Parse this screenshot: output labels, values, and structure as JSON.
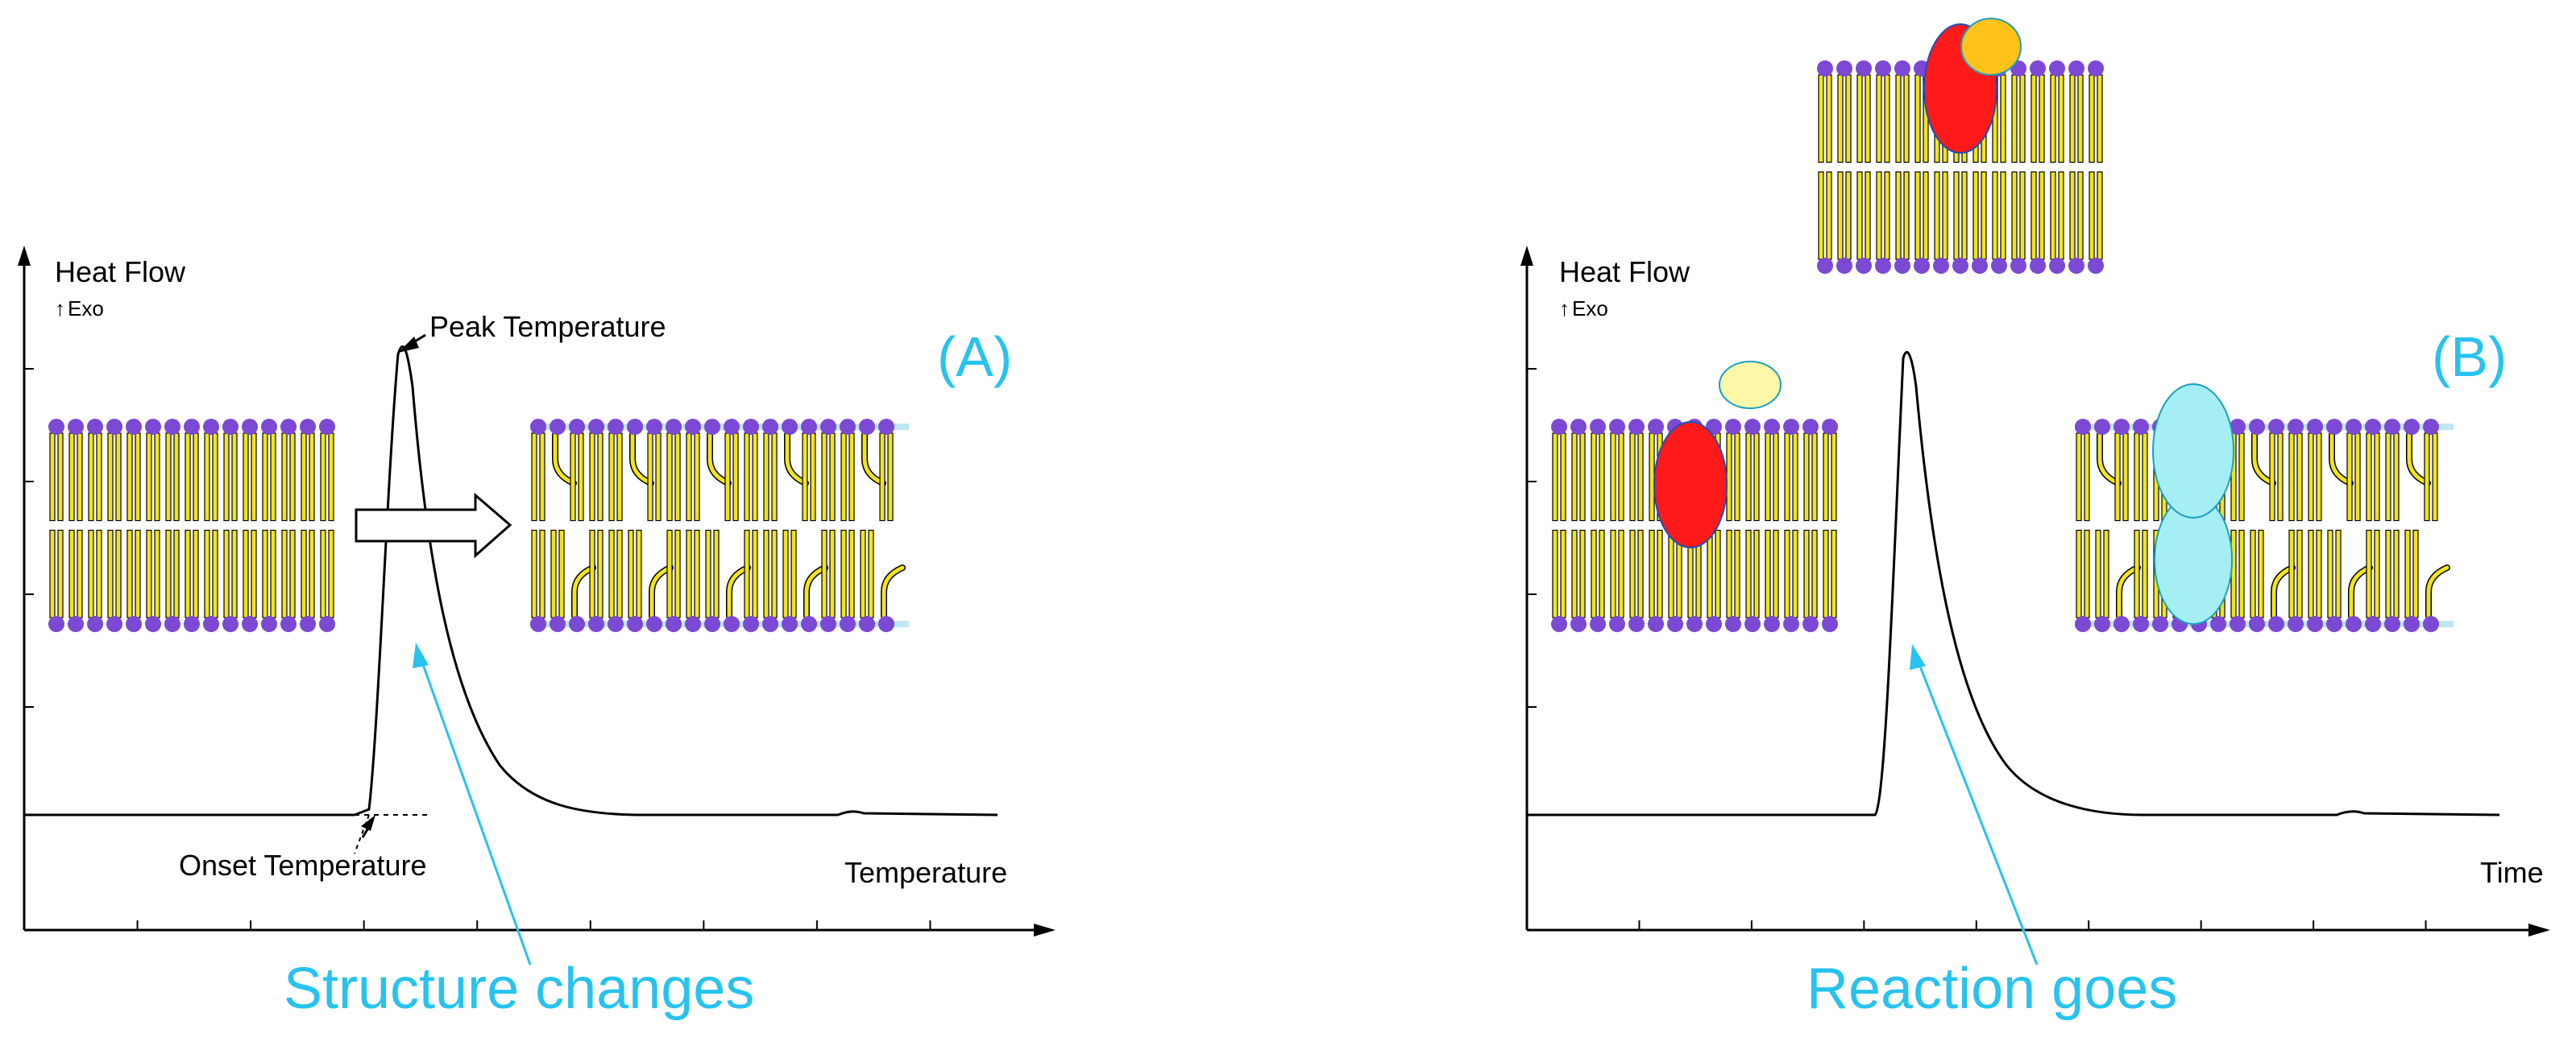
{
  "colors": {
    "axis": "#000000",
    "curve": "#000000",
    "annotation": "#27c3ee",
    "lipid_head": "#7b49d3",
    "lipid_tail": "#f2e41a",
    "lipid_outline": "#000000",
    "defect": "#bfe6f2",
    "protein_red": "#ff1a1a",
    "protein_orange": "#ffc21a",
    "protein_pale_yellow": "#fdf7a8",
    "protein_cyan": "#a5eef4"
  },
  "icons": {
    "lipid_bilayer": "lipid-bilayer-icon",
    "protein": "protein-ellipse-icon"
  },
  "panels": [
    {
      "id": "A",
      "panel_label": "(A)",
      "ylabel": "Heat Flow",
      "exo_label": "Exo",
      "xlabel": "Temperature",
      "peak_label": "Peak Temperature",
      "onset_label": "Onset Temperature",
      "caption": "Structure changes",
      "curve_shape": "sharp-peak-with-slow-decay",
      "membrane_states": [
        "ordered-bilayer",
        "disordered-bilayer"
      ],
      "transition_arrow": true
    },
    {
      "id": "B",
      "panel_label": "(B)",
      "ylabel": "Heat Flow",
      "exo_label": "Exo",
      "xlabel": "Time",
      "caption": "Reaction goes",
      "curve_shape": "sharp-peak-with-slow-decay",
      "membrane_states": [
        "bound-proteins-top",
        "bilayer-with-protein-pair",
        "bilayer-with-fused-protein"
      ]
    }
  ]
}
